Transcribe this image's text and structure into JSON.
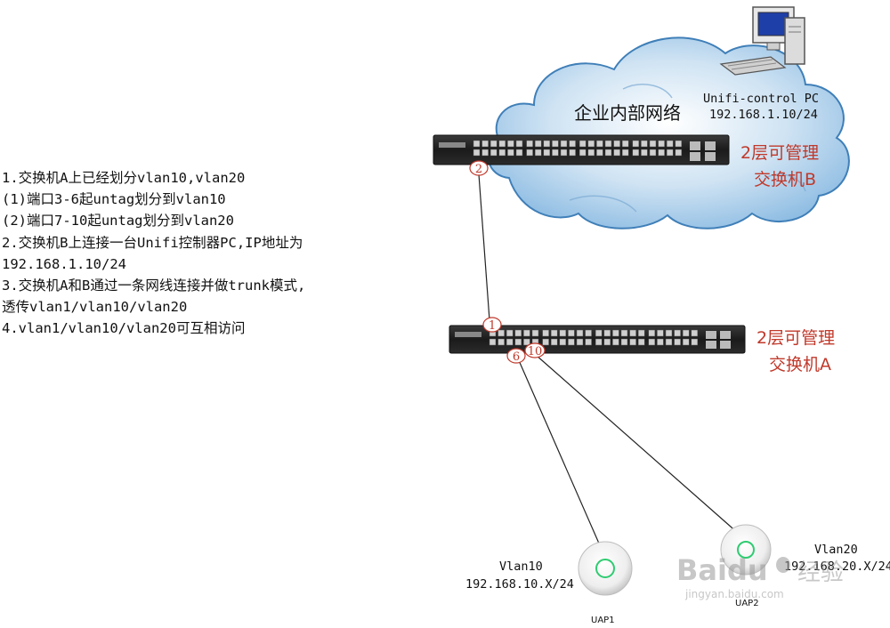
{
  "cloud_label": "企业内部网络",
  "pc": {
    "name": "Unifi-control PC",
    "ip": "192.168.1.10/24"
  },
  "switch_b": {
    "label_line1": "2层可管理",
    "label_line2": "交换机B",
    "port": "2"
  },
  "switch_a": {
    "label_line1": "2层可管理",
    "label_line2": "交换机A",
    "port_uplink": "1",
    "port_uap1": "6",
    "port_uap2": "10"
  },
  "uap1": {
    "vlan": "Vlan10",
    "ip": "192.168.10.X/24",
    "name": "UAP1"
  },
  "uap2": {
    "vlan": "Vlan20",
    "ip": "192.168.20.X/24",
    "name": "UAP2"
  },
  "notes": [
    "1.交换机A上已经划分vlan10,vlan20",
    "(1)端口3-6起untag划分到vlan10",
    "(2)端口7-10起untag划分到vlan20",
    "2.交换机B上连接一台Unifi控制器PC,IP地址为",
    "192.168.1.10/24",
    "3.交换机A和B通过一条网线连接并做trunk模式,",
    "透传vlan1/vlan10/vlan20",
    "4.vlan1/vlan10/vlan20可互相访问"
  ],
  "watermark": {
    "brand": "Baidu",
    "cn": "经验",
    "url": "jingyan.baidu.com"
  },
  "colors": {
    "label_red": "#c0392b",
    "cloud_fill": "#a9cdea",
    "cloud_edge": "#4a8fc7"
  }
}
